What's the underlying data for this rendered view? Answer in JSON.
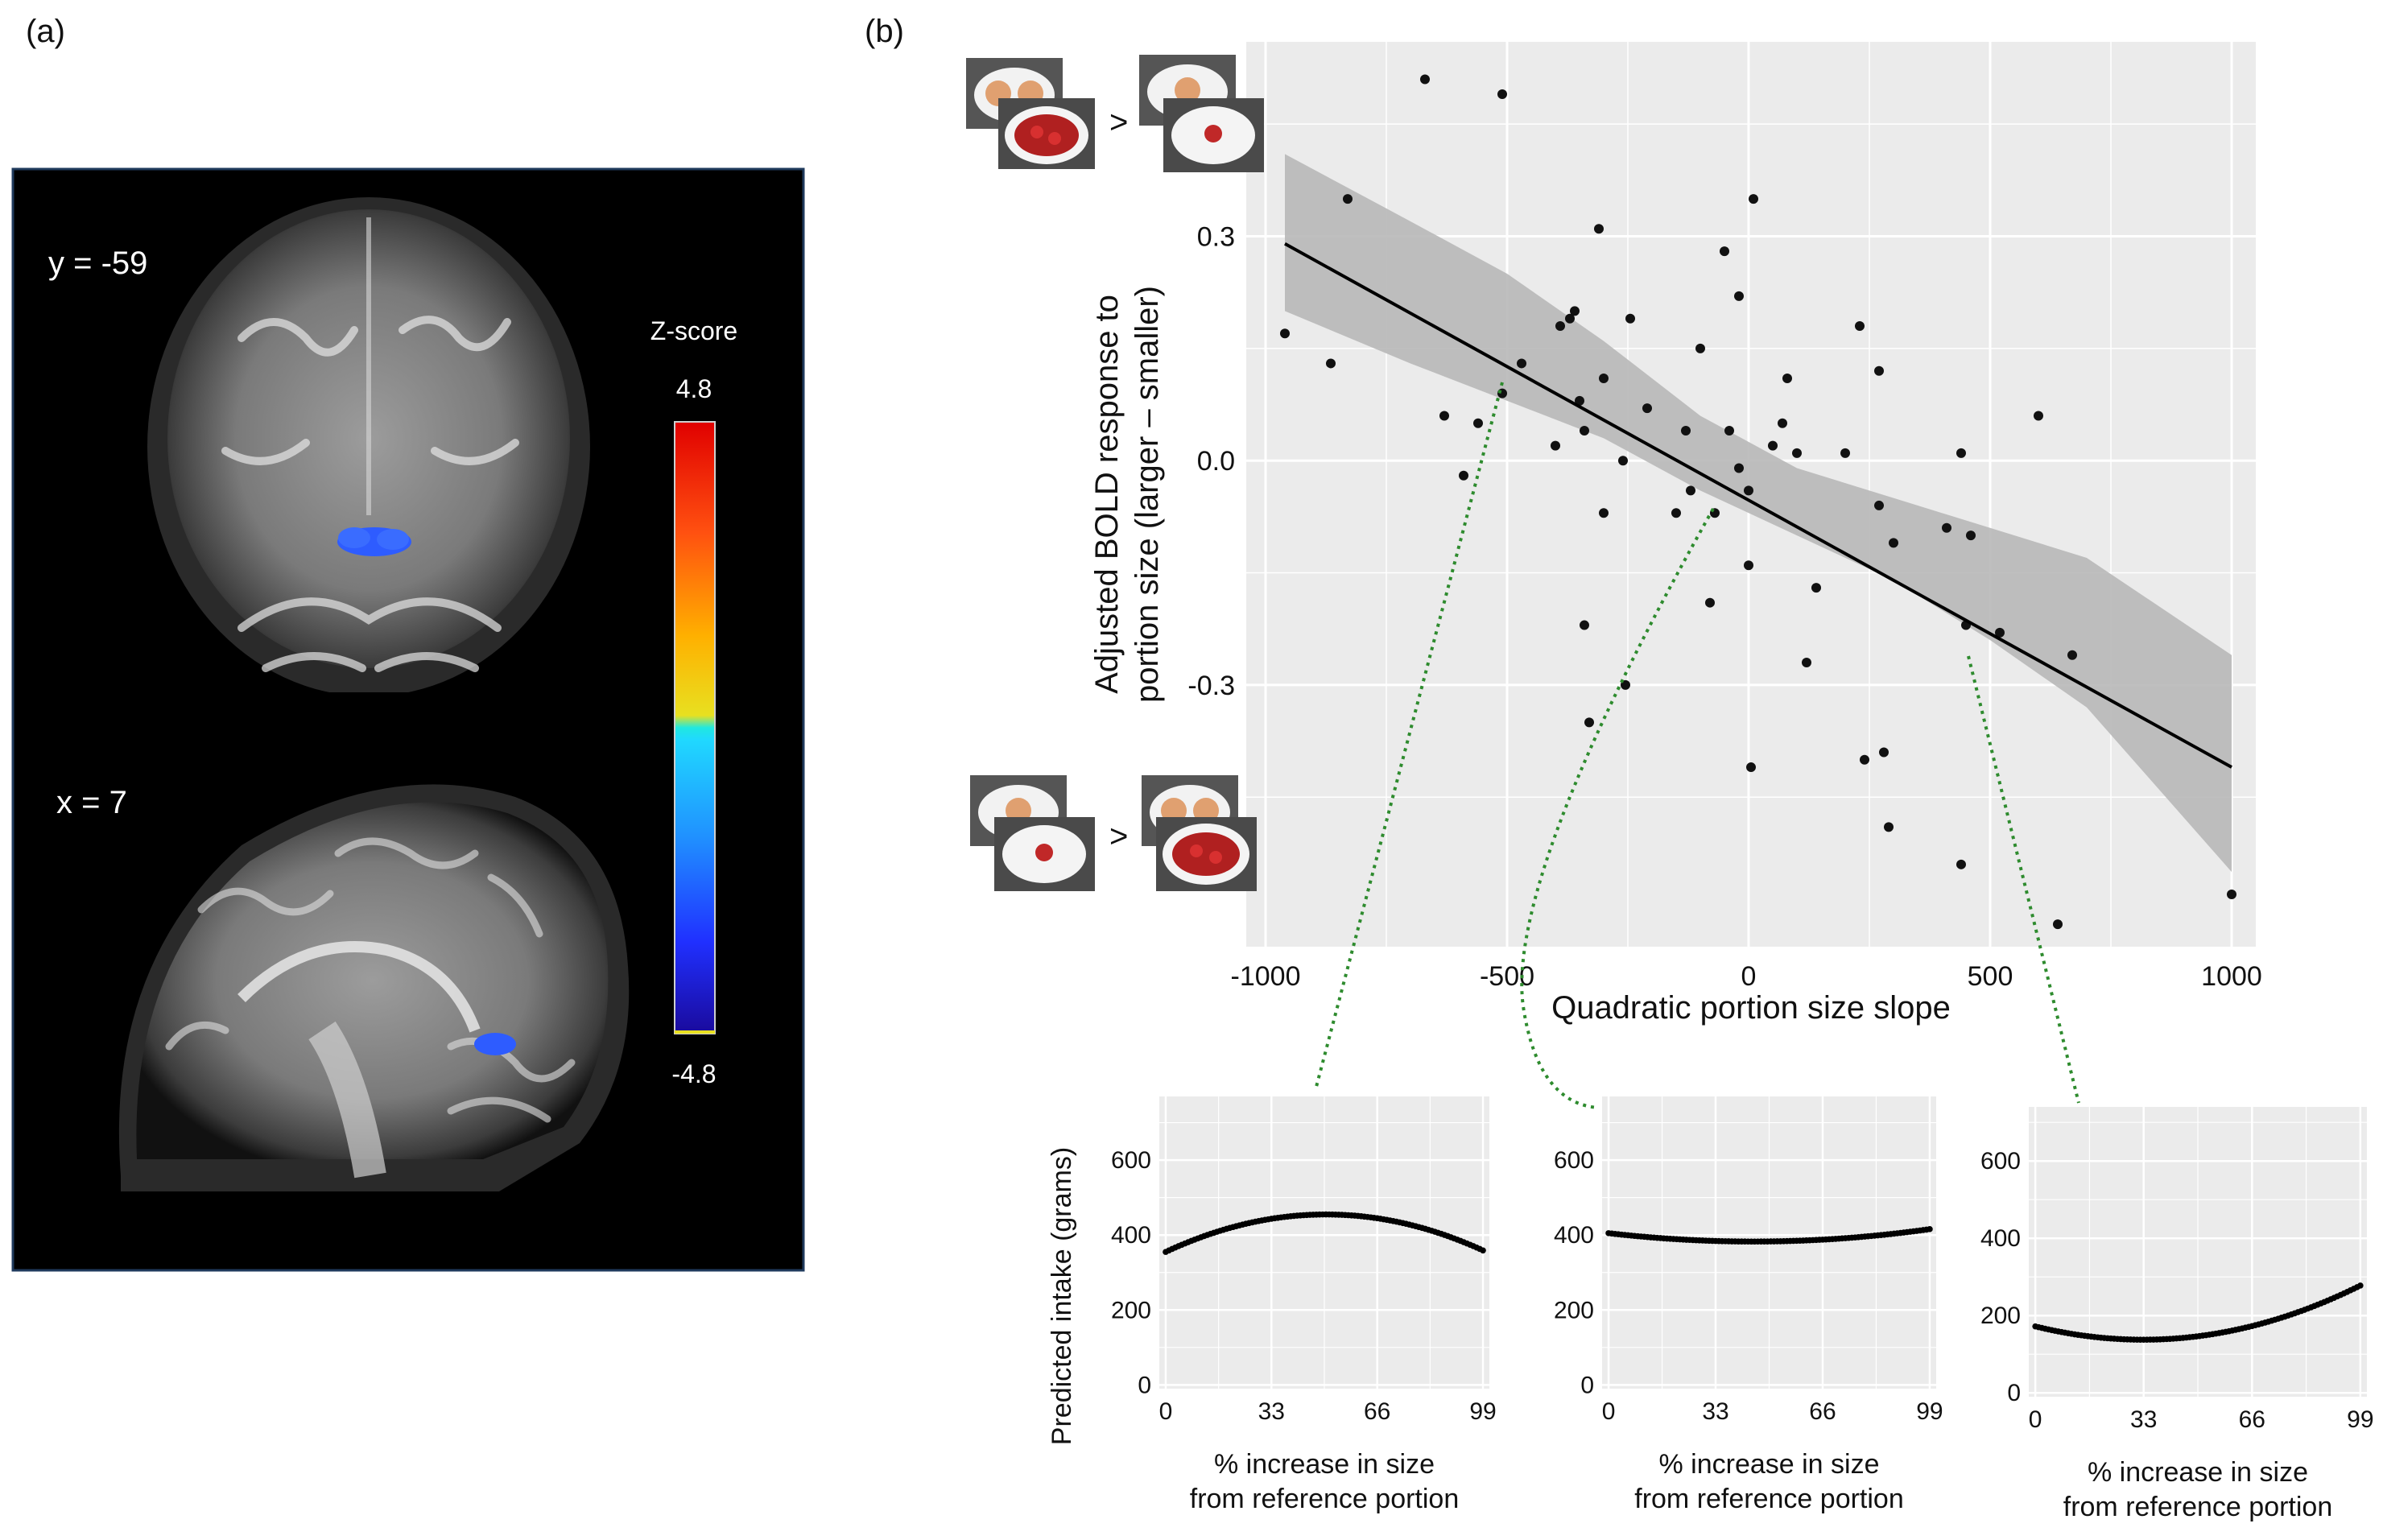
{
  "panels": {
    "a": "(a)",
    "b": "(b)"
  },
  "brain": {
    "coronal_label": "y = -59",
    "sagittal_label": "x = 7",
    "colorbar_title": "Z-score",
    "colorbar_max": "4.8",
    "colorbar_min": "-4.8",
    "colors": {
      "bg": "#000000",
      "frame": "#1f3a5c",
      "cluster": "#2e5cff"
    }
  },
  "icons": {
    "comparison_symbol": ">"
  },
  "chart_data": [
    {
      "type": "scatter",
      "xlabel": "Quadratic portion size slope",
      "ylabel_lines": [
        "Adjusted BOLD response to",
        "portion size (larger – smaller)"
      ],
      "xlim": [
        -1040,
        1050
      ],
      "ylim": [
        -0.65,
        0.56
      ],
      "xticks": [
        -1000,
        -500,
        0,
        500,
        1000
      ],
      "xtick_labels": [
        "-1000",
        "-500",
        "0",
        "500",
        "1000"
      ],
      "yticks": [
        0.3,
        0.0,
        -0.3
      ],
      "ytick_labels": [
        "0.3",
        "0.0",
        "-0.3"
      ],
      "grid": true,
      "points": [
        [
          -960,
          0.17
        ],
        [
          -865,
          0.13
        ],
        [
          -830,
          0.35
        ],
        [
          -670,
          0.51
        ],
        [
          -630,
          0.06
        ],
        [
          -590,
          -0.02
        ],
        [
          -560,
          0.05
        ],
        [
          -510,
          0.49
        ],
        [
          -510,
          0.09
        ],
        [
          -470,
          0.13
        ],
        [
          -400,
          0.02
        ],
        [
          -390,
          0.18
        ],
        [
          -370,
          0.19
        ],
        [
          -360,
          0.2
        ],
        [
          -350,
          0.08
        ],
        [
          -340,
          0.04
        ],
        [
          -340,
          -0.22
        ],
        [
          -330,
          -0.35
        ],
        [
          -310,
          0.31
        ],
        [
          -300,
          -0.07
        ],
        [
          -300,
          0.11
        ],
        [
          -260,
          0.0
        ],
        [
          -255,
          -0.3
        ],
        [
          -245,
          0.19
        ],
        [
          -210,
          0.07
        ],
        [
          -150,
          -0.07
        ],
        [
          -130,
          0.04
        ],
        [
          -120,
          -0.04
        ],
        [
          -100,
          0.15
        ],
        [
          -80,
          -0.19
        ],
        [
          -70,
          -0.07
        ],
        [
          -50,
          0.28
        ],
        [
          -40,
          0.04
        ],
        [
          -20,
          0.22
        ],
        [
          -20,
          -0.01
        ],
        [
          0,
          -0.04
        ],
        [
          0,
          -0.14
        ],
        [
          5,
          -0.41
        ],
        [
          10,
          0.35
        ],
        [
          50,
          0.02
        ],
        [
          70,
          0.05
        ],
        [
          80,
          0.11
        ],
        [
          100,
          0.01
        ],
        [
          120,
          -0.27
        ],
        [
          140,
          -0.17
        ],
        [
          200,
          0.01
        ],
        [
          230,
          0.18
        ],
        [
          240,
          -0.4
        ],
        [
          270,
          0.12
        ],
        [
          270,
          -0.06
        ],
        [
          280,
          -0.39
        ],
        [
          290,
          -0.49
        ],
        [
          300,
          -0.11
        ],
        [
          410,
          -0.09
        ],
        [
          440,
          0.01
        ],
        [
          440,
          -0.54
        ],
        [
          450,
          -0.22
        ],
        [
          460,
          -0.1
        ],
        [
          520,
          -0.23
        ],
        [
          600,
          0.06
        ],
        [
          640,
          -0.62
        ],
        [
          670,
          -0.26
        ],
        [
          1000,
          -0.58
        ]
      ],
      "fit_line": {
        "x": [
          -960,
          1000
        ],
        "y": [
          0.29,
          -0.41
        ]
      },
      "ci_band": {
        "x": [
          -960,
          -700,
          -500,
          -300,
          -100,
          100,
          300,
          500,
          700,
          1000
        ],
        "lower": [
          0.2,
          0.13,
          0.08,
          0.03,
          -0.04,
          -0.1,
          -0.16,
          -0.24,
          -0.33,
          -0.55
        ],
        "upper": [
          0.41,
          0.32,
          0.25,
          0.16,
          0.06,
          -0.01,
          -0.05,
          -0.09,
          -0.13,
          -0.26
        ]
      },
      "colors": {
        "points": "#111111",
        "line": "#000000",
        "band": "#b8b8b8",
        "panel_bg": "#ebebeb",
        "grid": "#ffffff"
      }
    },
    {
      "type": "line",
      "ylabel": "Predicted intake (grams)",
      "xlabel_lines": [
        "% increase in size",
        "from reference portion"
      ],
      "xlim": [
        -2,
        101
      ],
      "ylim": [
        -10,
        770
      ],
      "xticks": [
        0,
        33,
        66,
        99
      ],
      "xtick_labels": [
        "0",
        "33",
        "66",
        "99"
      ],
      "yticks": [
        0,
        200,
        400,
        600
      ],
      "ytick_labels": [
        "0",
        "200",
        "400",
        "600"
      ],
      "curve": {
        "a": 355,
        "b": 4.0,
        "c": -0.04
      }
    },
    {
      "type": "line",
      "xlabel_lines": [
        "% increase in size",
        "from reference portion"
      ],
      "xlim": [
        -2,
        101
      ],
      "ylim": [
        -10,
        770
      ],
      "xticks": [
        0,
        33,
        66,
        99
      ],
      "xtick_labels": [
        "0",
        "33",
        "66",
        "99"
      ],
      "yticks": [
        0,
        200,
        400,
        600
      ],
      "ytick_labels": [
        "0",
        "200",
        "400",
        "600"
      ],
      "curve": {
        "a": 405,
        "b": -1.0,
        "c": 0.0112
      }
    },
    {
      "type": "line",
      "xlabel_lines": [
        "% increase in size",
        "from reference portion"
      ],
      "xlim": [
        -2,
        101
      ],
      "ylim": [
        -10,
        740
      ],
      "xticks": [
        0,
        33,
        66,
        99
      ],
      "xtick_labels": [
        "0",
        "33",
        "66",
        "99"
      ],
      "yticks": [
        0,
        200,
        400,
        600
      ],
      "ytick_labels": [
        "0",
        "200",
        "400",
        "600"
      ],
      "curve": {
        "a": 172,
        "b": -2.1,
        "c": 0.032
      }
    }
  ]
}
